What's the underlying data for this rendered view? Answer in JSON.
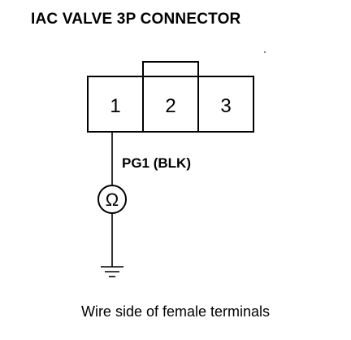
{
  "title": "IAC VALVE 3P CONNECTOR",
  "connector": {
    "terminals": [
      "1",
      "2",
      "3"
    ]
  },
  "wire": {
    "label": "PG1 (BLK)"
  },
  "meter": {
    "symbol": "Ω"
  },
  "caption": "Wire side of female terminals",
  "colors": {
    "line": "#000000",
    "background": "#ffffff"
  }
}
